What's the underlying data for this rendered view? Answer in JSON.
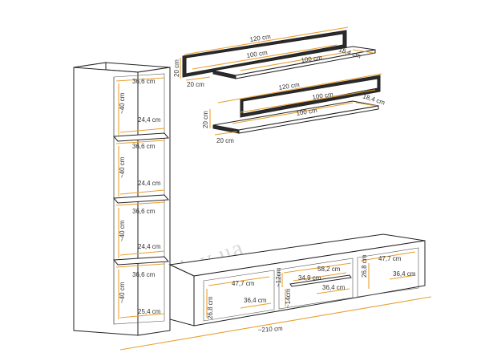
{
  "watermark": "gerbor-kiev.ua",
  "colors": {
    "dimension_line": "#e8a030",
    "outline": "#222222",
    "watermark": "#d8d8d8"
  },
  "shelf_top": {
    "length": "120 cm",
    "inner_length": "100 cm",
    "back_length": "100 cm",
    "depth": "18,4 cm",
    "height": "20 cm",
    "thickness": "20 cm"
  },
  "shelf_bottom": {
    "length": "120 cm",
    "inner_length": "100 cm",
    "back_length": "100 cm",
    "depth": "18,4 cm",
    "height": "20 cm",
    "thickness": "20 cm"
  },
  "bookcase": {
    "compartments": [
      {
        "width": "36,6 cm",
        "height": "~40 cm",
        "depth": "24,4 cm"
      },
      {
        "width": "36,6 cm",
        "height": "~40 cm",
        "depth": "24,4 cm"
      },
      {
        "width": "36,6 cm",
        "height": "~40 cm",
        "depth": "24,4 cm"
      },
      {
        "width": "36,6 cm",
        "height": "~40 cm",
        "depth": "25,4 cm"
      }
    ]
  },
  "tv_stand": {
    "total_width": "~210 cm",
    "left": {
      "width": "47,7 cm",
      "depth": "36,4 cm",
      "height": "26,8 cm"
    },
    "middle": {
      "width": "58,2 cm",
      "inner_width": "34,9 cm",
      "depth": "36,4 cm",
      "upper_height": "~12cm",
      "lower_height": "~14cm"
    },
    "right": {
      "width": "47,7 cm",
      "depth": "36,4 cm",
      "height": "26,8 cm"
    }
  }
}
